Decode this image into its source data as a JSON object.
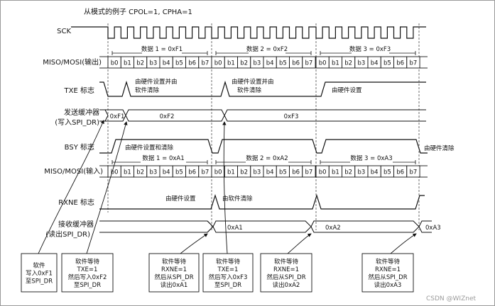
{
  "title": "从模式的例子 CPOL=1, CPHA=1",
  "watermark": "CSDN @WIZnet",
  "signals": {
    "sck": "SCK",
    "miso_out": "MISO/MOSI(输出)",
    "txe": "TXE 标志",
    "tx_buffer_1": "发送缓冲器",
    "tx_buffer_2": "(写入SPI_DR)",
    "bsy": "BSY 标志",
    "miso_in": "MISO/MOSI(输入)",
    "rxne": "RXNE 标志",
    "rx_buffer_1": "接收缓冲器",
    "rx_buffer_2": "(读出SPI_DR)"
  },
  "bits": [
    "b0",
    "b1",
    "b2",
    "b3",
    "b4",
    "b5",
    "b6",
    "b7"
  ],
  "out_groups": [
    "数据 1 = 0xF1",
    "数据 2 = 0xF2",
    "数据 3 = 0xF3"
  ],
  "in_groups": [
    "数据 1 = 0xA1",
    "数据 2 = 0xA2",
    "数据 3 = 0xA3"
  ],
  "tx_values": [
    "0xF1",
    "0xF2",
    "0xF3"
  ],
  "rx_values": [
    "0xA1",
    "0xA2",
    "0xA3"
  ],
  "annotations": {
    "txe_hw_1a": "由硬件设置并由",
    "txe_hw_1b": "软件清除",
    "txe_hw_2a": "由硬件设置并由",
    "txe_hw_2b": "软件清除",
    "txe_hw_3": "由硬件设置",
    "bsy_set": "由硬件设置和清除",
    "bsy_clear": "由硬件清除",
    "rxne_hw": "由硬件设置",
    "rxne_sw": "由软件清除"
  },
  "notes": [
    [
      "软件",
      "写入0xF1",
      "至SPI_DR"
    ],
    [
      "软件等待",
      "TXE=1",
      "然后写入0xF2",
      "至SPI_DR"
    ],
    [
      "软件等待",
      "RXNE=1",
      "然后从SPI_DR",
      "读出0xA1"
    ],
    [
      "软件等待",
      "TXE=1",
      "然后写入0xF3",
      "至SPI_DR"
    ],
    [
      "软件等待",
      "RXNE=1",
      "然后从SPI_DR",
      "读出0xA2"
    ],
    [
      "软件等待",
      "RXNE=1",
      "然后从SPI_DR",
      "读出0xA3"
    ]
  ]
}
